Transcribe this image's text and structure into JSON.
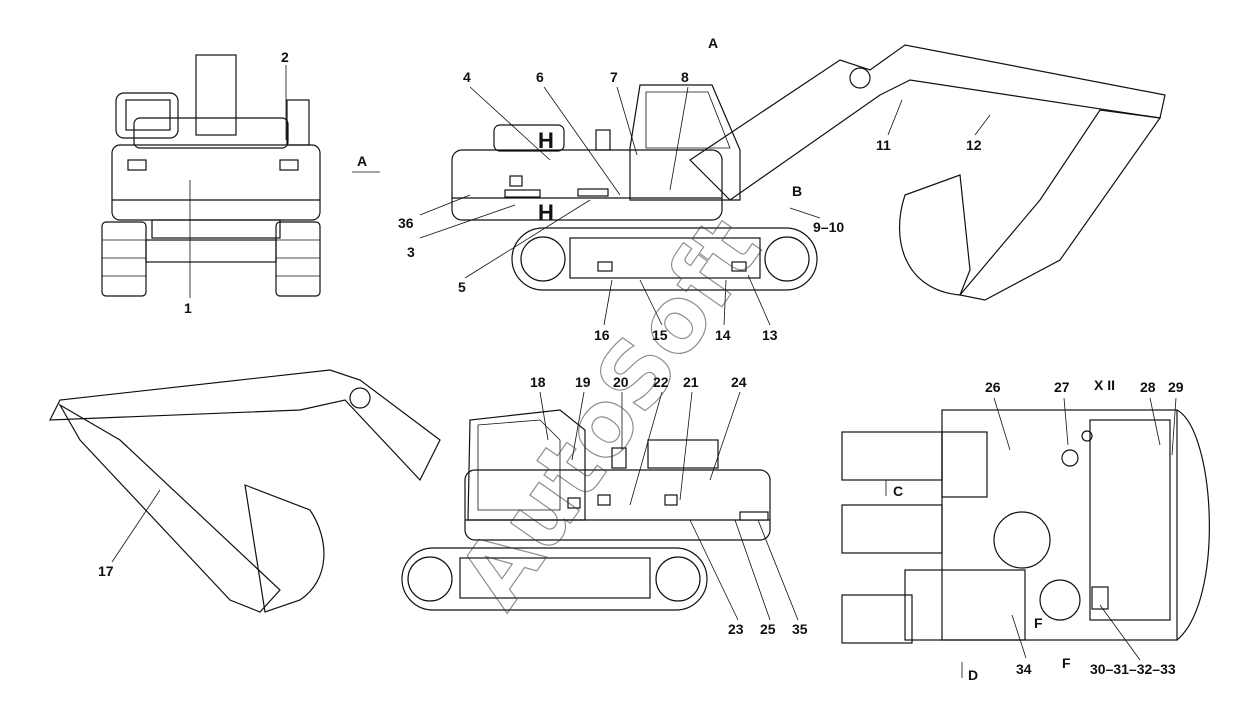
{
  "watermark": "AutoSoft",
  "view_markers": {
    "front_view_arrow": "A",
    "top_arrow": "A",
    "b": "B",
    "c": "C",
    "d": "D",
    "f1": "F",
    "f2": "F",
    "xii": "X II",
    "h_top": "H",
    "h_bottom": "H"
  },
  "callouts": {
    "c1": "1",
    "c2": "2",
    "c3": "3",
    "c4": "4",
    "c5": "5",
    "c6": "6",
    "c7": "7",
    "c8": "8",
    "c9_10": "9–10",
    "c11": "11",
    "c12": "12",
    "c13": "13",
    "c14": "14",
    "c15": "15",
    "c16": "16",
    "c17": "17",
    "c18": "18",
    "c19": "19",
    "c20": "20",
    "c21": "21",
    "c22": "22",
    "c23": "23",
    "c24": "24",
    "c25": "25",
    "c26": "26",
    "c27": "27",
    "c28": "28",
    "c29": "29",
    "c30_33": "30–31–32–33",
    "c34": "34",
    "c35": "35",
    "c36": "36"
  }
}
